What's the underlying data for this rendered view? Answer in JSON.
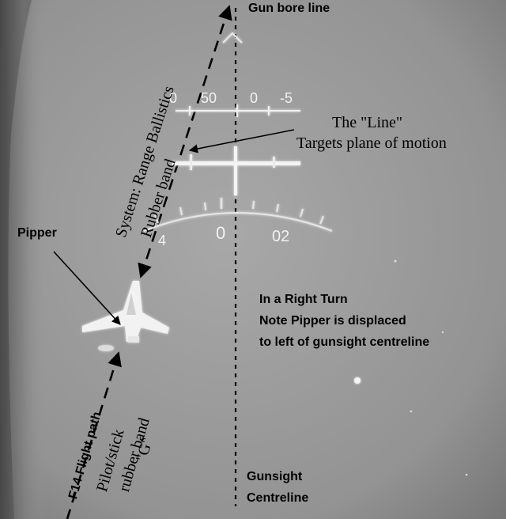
{
  "annotations": {
    "gun_bore_line": "Gun bore line",
    "the_line": "The \"Line\"",
    "targets_plane": "Targets plane of motion",
    "system_range": "System: Range Ballistics",
    "rubber_band": "Rubber band",
    "pipper": "Pipper",
    "right_turn_1": "In a Right Turn",
    "right_turn_2": "Note Pipper is displaced",
    "right_turn_3": "to left of gunsight centreline",
    "flight_path": "F14 Flight path",
    "pilot_stick": "Pilot/stick",
    "rubber_band_g1": "rubber band",
    "rubber_band_g2": "\"G\"",
    "gunsight_1": "Gunsight",
    "gunsight_2": "Centreline"
  },
  "hud": {
    "top_scale": [
      "0",
      "50",
      "0",
      "-5"
    ],
    "bottom_scale": [
      "4",
      "0",
      "02"
    ]
  },
  "colors": {
    "sky_light": "#a6a6a6",
    "sky_dark": "#6a6a6a",
    "hud_glow": "#f2f2f2",
    "ink": "#000000"
  }
}
